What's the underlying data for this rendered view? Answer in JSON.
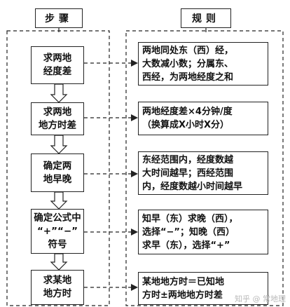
{
  "headers": {
    "steps": "步骤",
    "rules": "规则"
  },
  "steps": [
    {
      "lines": [
        "求两地",
        "经度差"
      ]
    },
    {
      "lines": [
        "求两地",
        "地方时差"
      ]
    },
    {
      "lines": [
        "确定两",
        "地早晚"
      ]
    },
    {
      "lines": [
        "确定公式中",
        "“+”“−”",
        "符号"
      ]
    },
    {
      "lines": [
        "求某地",
        "地方时"
      ]
    }
  ],
  "rules": [
    {
      "lines": [
        "两地同处东（西）经，",
        "大数减小数；分属东、",
        "西经，为两地经度之和"
      ]
    },
    {
      "lines": [
        "两地经度差×4分钟/度",
        "（换算成X小时X分）"
      ]
    },
    {
      "lines": [
        "东经范围内，经度数越",
        "大时间越早；西经范围",
        "内，经度数越小时间越早"
      ]
    },
    {
      "lines": [
        "知早（东）求晚（西），",
        "选择“−”；知晚（西）",
        "求早（东），选择“+”"
      ]
    },
    {
      "lines": [
        "某地地方时＝已知地",
        "方时±两地地方时差"
      ]
    }
  ],
  "watermark": "知乎 @ 常地理"
}
